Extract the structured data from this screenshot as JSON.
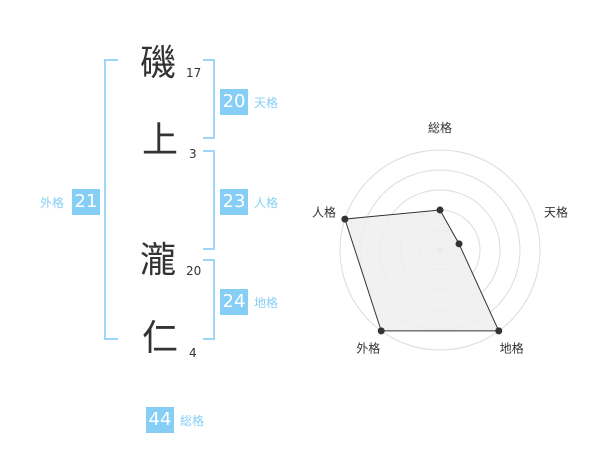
{
  "name": {
    "chars": [
      {
        "char": "磯",
        "strokes": "17"
      },
      {
        "char": "上",
        "strokes": "3"
      },
      {
        "char": "瀧",
        "strokes": "20"
      },
      {
        "char": "仁",
        "strokes": "4"
      }
    ]
  },
  "kaku": {
    "tenkaku": {
      "value": "20",
      "label": "天格"
    },
    "jinkaku": {
      "value": "23",
      "label": "人格"
    },
    "chikaku": {
      "value": "24",
      "label": "地格"
    },
    "gaikaku": {
      "value": "21",
      "label": "外格"
    },
    "soukaku": {
      "value": "44",
      "label": "総格"
    }
  },
  "colors": {
    "accent": "#86cef6",
    "bracket": "#9fd6f7",
    "text": "#333333"
  },
  "chart_data": {
    "type": "radar",
    "axes": [
      "総格",
      "天格",
      "地格",
      "外格",
      "人格"
    ],
    "values": [
      2,
      1,
      5,
      5,
      5
    ],
    "rmax": 5,
    "rings": 5,
    "grid": true,
    "legend": "none"
  }
}
